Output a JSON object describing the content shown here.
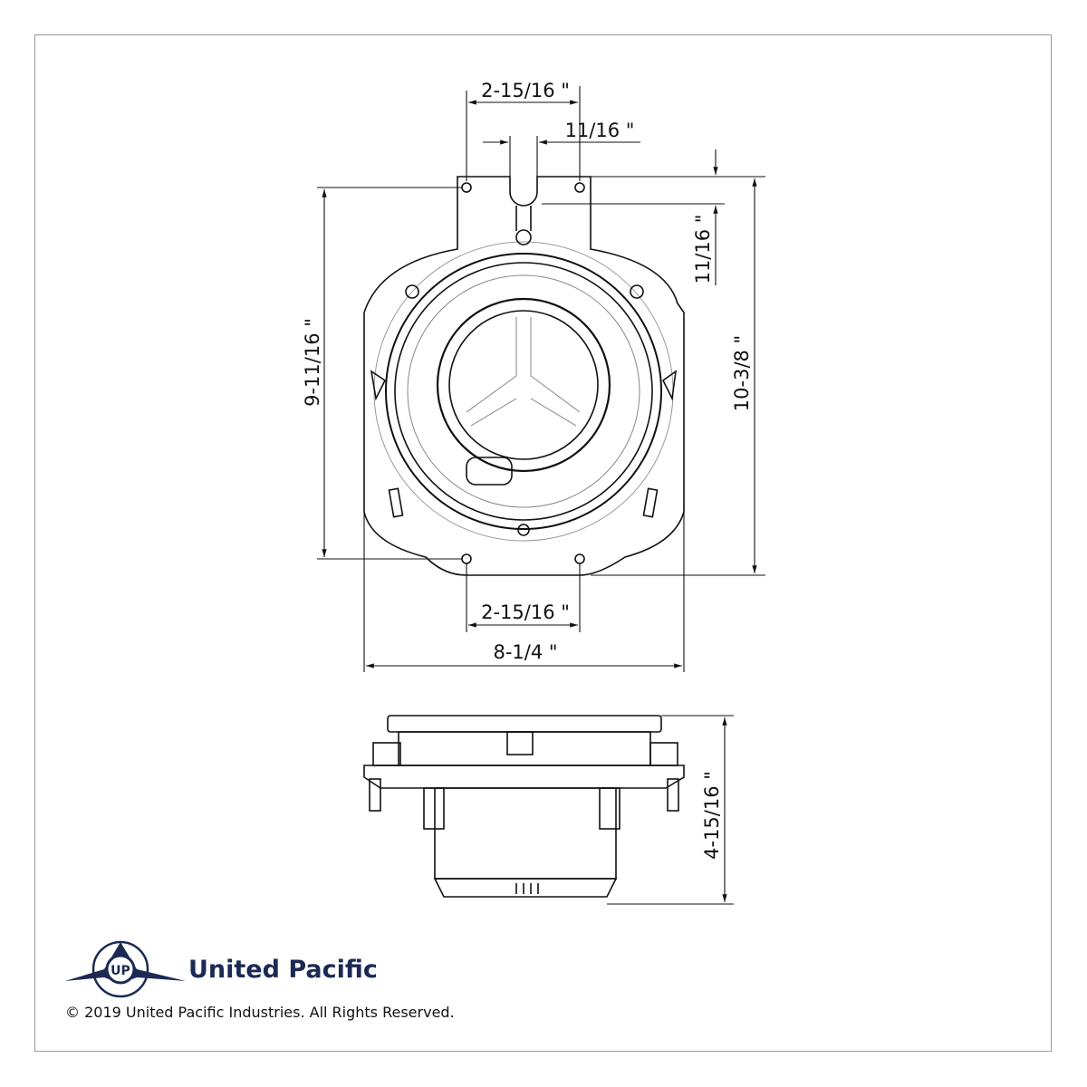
{
  "dimensions": {
    "top_hole_spacing": "2-15/16 \"",
    "slot_width": "11/16 \"",
    "slot_depth": "11/16 \"",
    "overall_height": "10-3/8 \"",
    "hole_vertical_spacing": "9-11/16 \"",
    "bottom_hole_spacing": "2-15/16 \"",
    "overall_width": "8-1/4 \"",
    "depth": "4-15/16 \""
  },
  "brand": {
    "name": "United Pacific",
    "logo_color": "#1b2a55",
    "logo_letters": "UP"
  },
  "footer": {
    "copyright": "© 2019 United Pacific Industries. All Rights Reserved."
  }
}
